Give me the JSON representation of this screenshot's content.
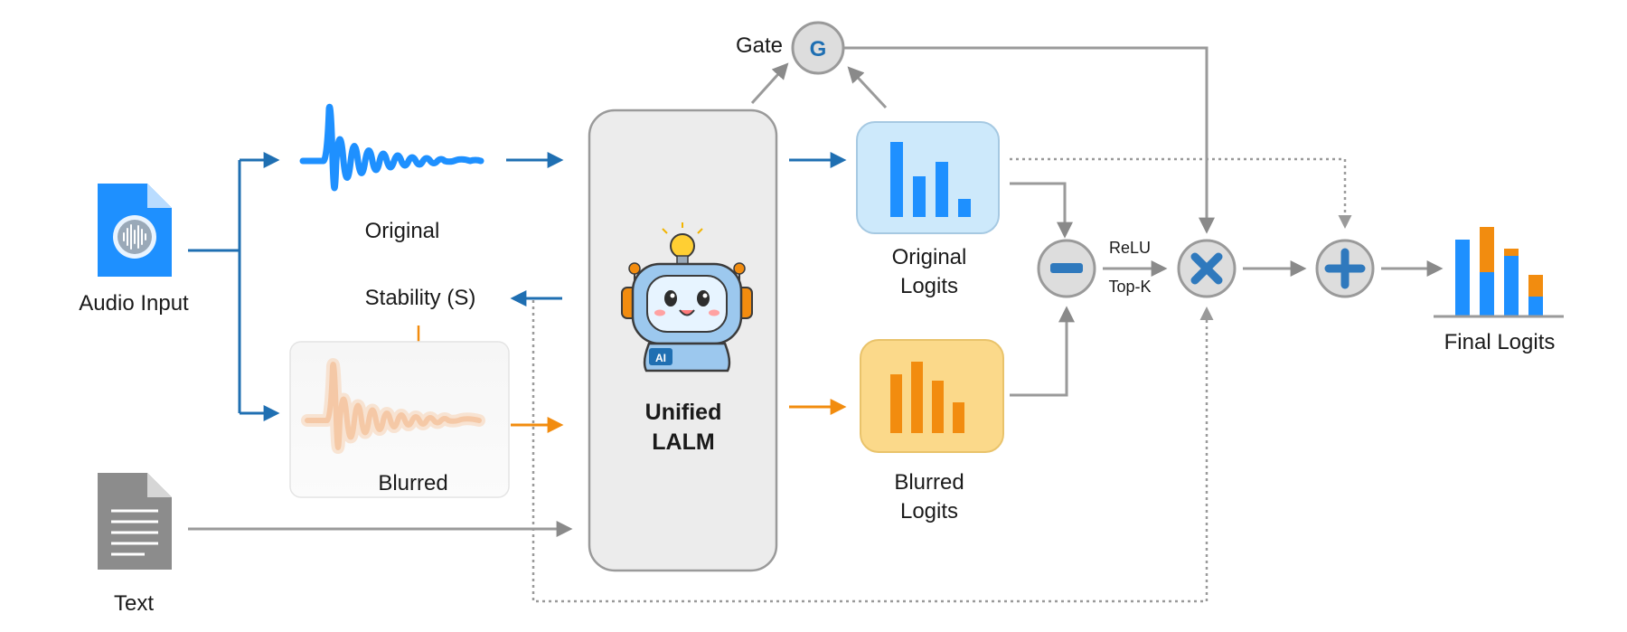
{
  "inputs": {
    "audio_label": "Audio Input",
    "text_label": "Text"
  },
  "waveforms": {
    "original_label": "Original",
    "blurred_label": "Blurred",
    "stability_label": "Stability (S)"
  },
  "model": {
    "line1": "Unified",
    "line2": "LALM",
    "badge": "AI"
  },
  "logits": {
    "original_line1": "Original",
    "original_line2": "Logits",
    "blurred_line1": "Blurred",
    "blurred_line2": "Logits",
    "final_label": "Final Logits"
  },
  "gate": {
    "label": "Gate",
    "symbol": "G"
  },
  "ops": {
    "relu_label": "ReLU",
    "topk_label": "Top-K",
    "subtract_icon": "minus-icon",
    "multiply_icon": "times-icon",
    "add_icon": "plus-icon"
  },
  "colors": {
    "audio_blue": "#1e90ff",
    "arrow_blue": "#1f6fb2",
    "orange": "#f28c0f",
    "gray_arrow": "#8a8a8a",
    "original_fill": "#cde9fb",
    "blurred_fill": "#fbd98a",
    "lalm_fill": "#ececec"
  }
}
